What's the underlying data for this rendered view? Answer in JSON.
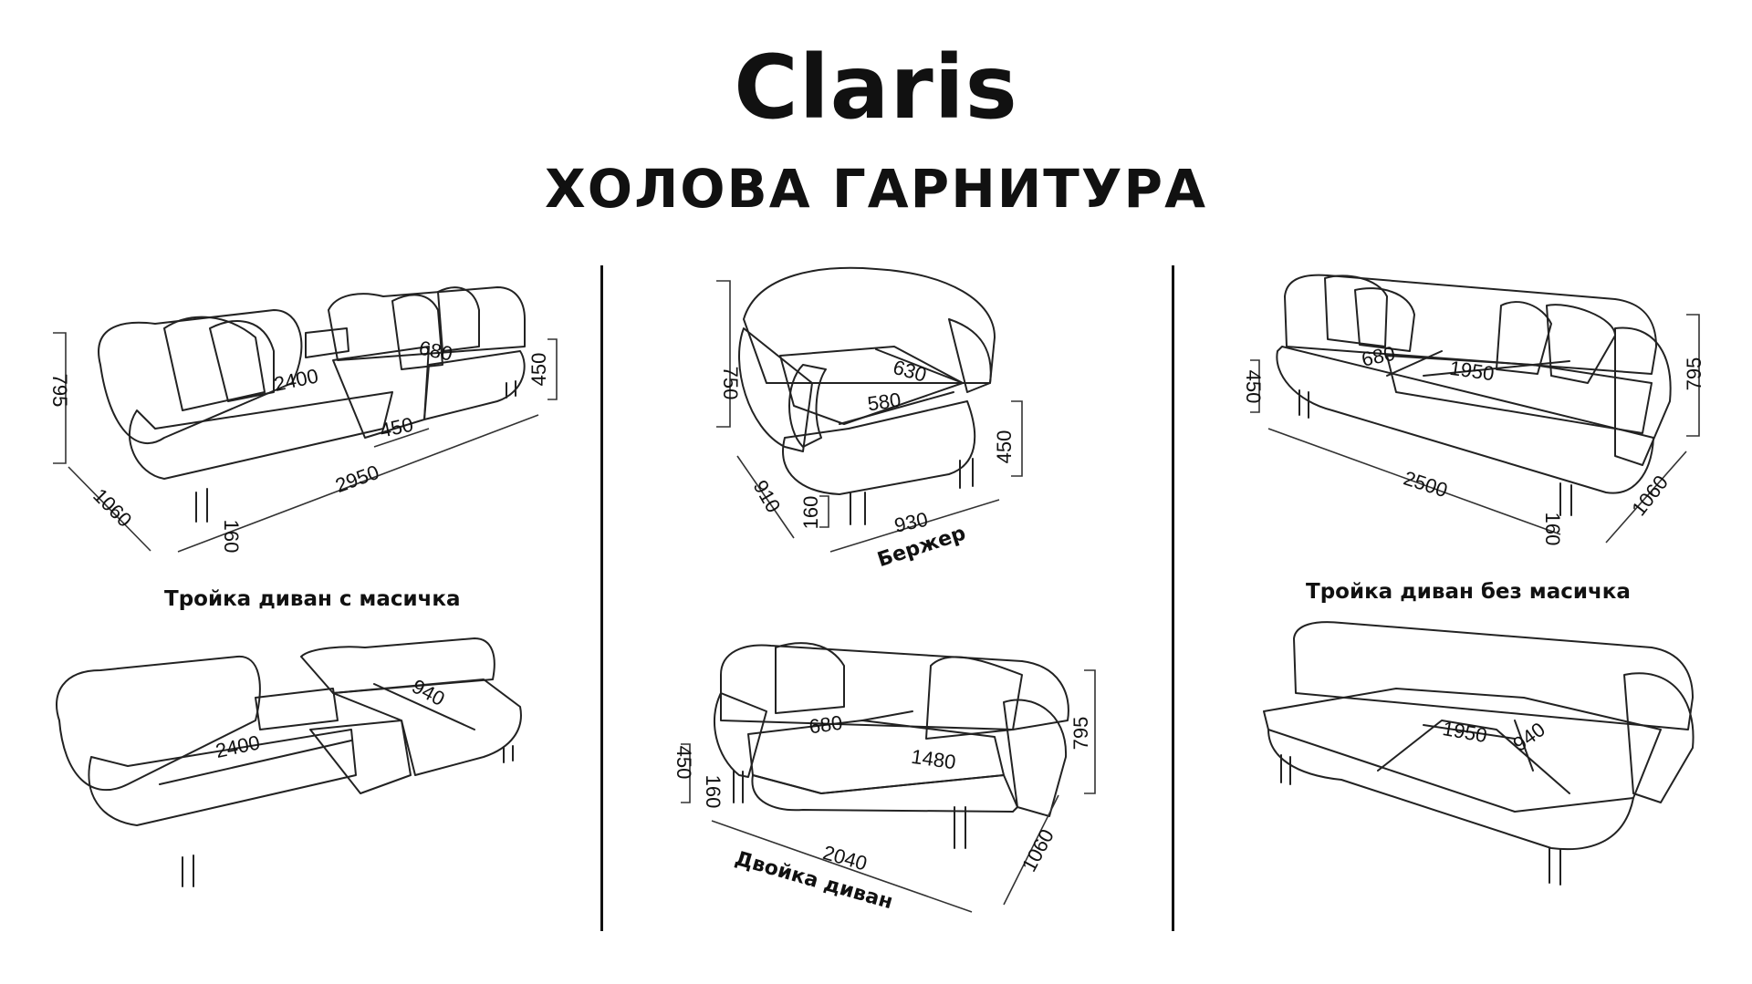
{
  "header": {
    "brand": "Claris",
    "subtitle": "ХОЛОВА ГАРНИТУРА"
  },
  "products": {
    "sofa_with_table": {
      "caption": "Тройка диван с масичка",
      "dims": {
        "height": "795",
        "depth": "1060",
        "seat_length": "2400",
        "table_width": "450",
        "seat_depth": "680",
        "seat_height": "450",
        "total_length": "2950",
        "leg": "160"
      },
      "bed_dims": {
        "bed_length": "2400",
        "bed_width": "940"
      }
    },
    "armchair": {
      "caption": "Бержер",
      "dims": {
        "height": "750",
        "seat_depth": "630",
        "seat_width": "580",
        "depth": "910",
        "leg": "160",
        "width": "930",
        "seat_height": "450"
      }
    },
    "sofa_without_table": {
      "caption": "Тройка диван без масичка",
      "dims": {
        "seat_height": "450",
        "seat_depth": "680",
        "seat_length": "1950",
        "height": "795",
        "total_length": "2500",
        "depth": "1060",
        "leg": "160"
      },
      "bed_dims": {
        "bed_length": "1950",
        "bed_width": "940"
      }
    },
    "two_seater": {
      "caption": "Двойка диван",
      "dims": {
        "seat_depth": "680",
        "seat_length": "1480",
        "height": "795",
        "seat_height": "450",
        "leg": "160",
        "total_length": "2040",
        "depth": "1060"
      }
    }
  }
}
